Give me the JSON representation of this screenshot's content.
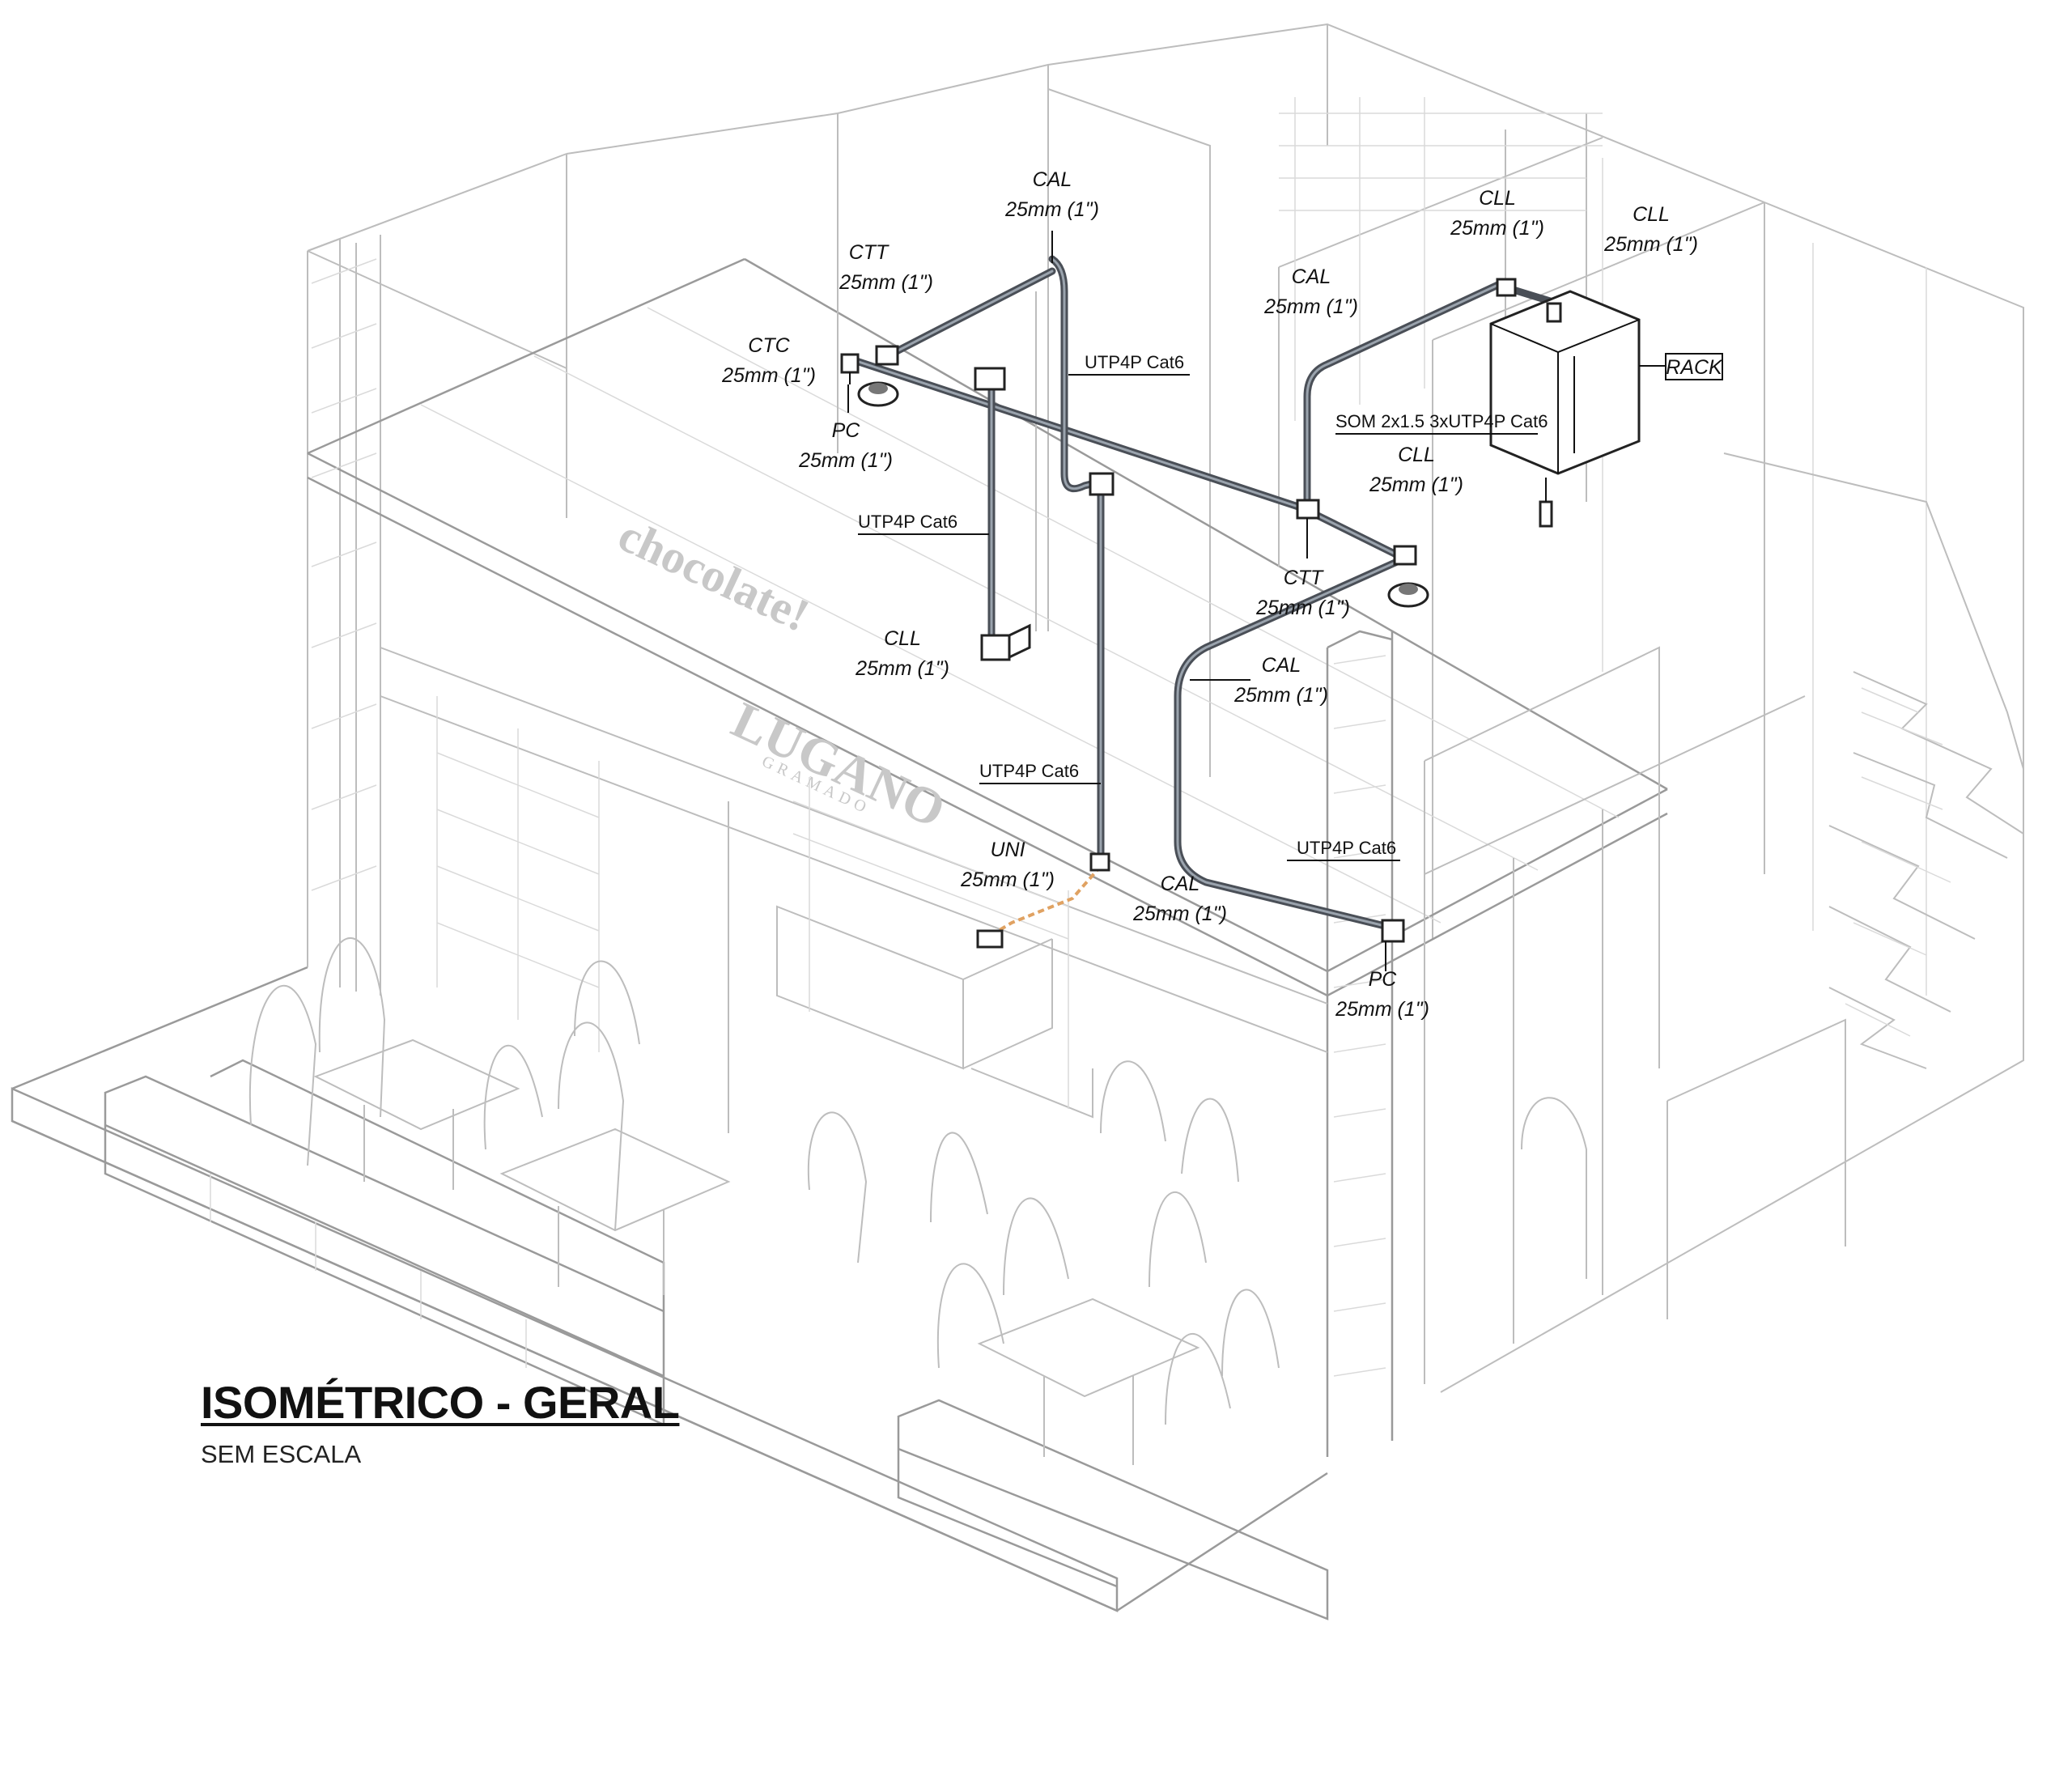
{
  "title": "ISOMÉTRICO - GERAL",
  "subtitle": "SEM ESCALA",
  "labels": {
    "ctt1": {
      "name": "CTT",
      "size": "25mm (1\")"
    },
    "ctc1": {
      "name": "CTC",
      "size": "25mm (1\")"
    },
    "pc1": {
      "name": "PC",
      "size": "25mm (1\")"
    },
    "cal1": {
      "name": "CAL",
      "size": "25mm (1\")"
    },
    "utp1": {
      "text": "UTP4P Cat6"
    },
    "utp2": {
      "text": "UTP4P Cat6"
    },
    "cll1": {
      "name": "CLL",
      "size": "25mm (1\")"
    },
    "utp3": {
      "text": "UTP4P Cat6"
    },
    "uni1": {
      "name": "UNI",
      "size": "25mm (1\")"
    },
    "cll2": {
      "name": "CLL",
      "size": "25mm (1\")"
    },
    "cll3": {
      "name": "CLL",
      "size": "25mm (1\")"
    },
    "cal2": {
      "name": "CAL",
      "size": "25mm (1\")"
    },
    "rack": {
      "text": "RACK"
    },
    "som": {
      "text": "SOM 2x1.5 3xUTP4P Cat6"
    },
    "cll4": {
      "name": "CLL",
      "size": "25mm (1\")"
    },
    "ctt2": {
      "name": "CTT",
      "size": "25mm (1\")"
    },
    "cal3": {
      "name": "CAL",
      "size": "25mm (1\")"
    },
    "utp4": {
      "text": "UTP4P Cat6"
    },
    "cal4": {
      "name": "CAL",
      "size": "25mm (1\")"
    },
    "pc2": {
      "name": "PC",
      "size": "25mm (1\")"
    }
  },
  "signage": {
    "brand": "LUGANO",
    "brand_sub": "GRAMADO",
    "wall_text": "chocolate!"
  }
}
